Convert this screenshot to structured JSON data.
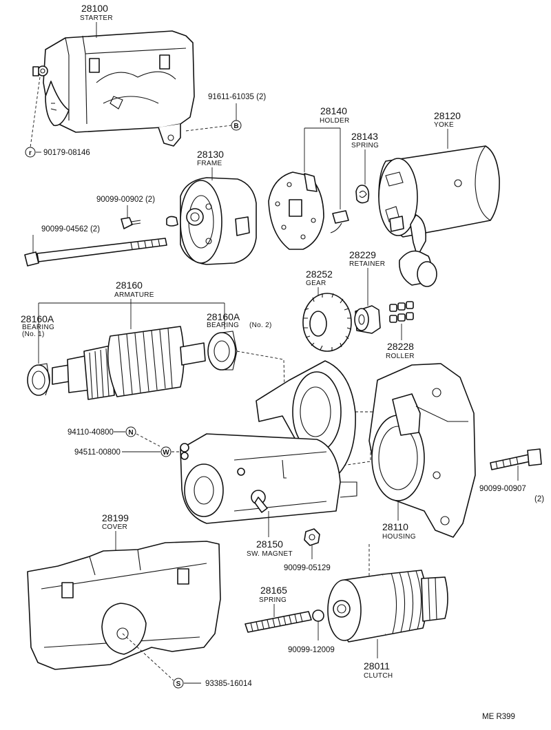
{
  "diagram_code": "ME R399",
  "callouts": {
    "starter": {
      "number": "28100",
      "name": "STARTER"
    },
    "bolt_b": {
      "number": "91611-61035 (2)",
      "letter": "B"
    },
    "nut_r": {
      "number": "90179-08146",
      "letter": "r"
    },
    "frame": {
      "number": "28130",
      "name": "FRAME"
    },
    "screw_frame": {
      "number": "90099-00902 (2)"
    },
    "bolt_long": {
      "number": "90099-04562 (2)"
    },
    "holder": {
      "number": "28140",
      "name": "HOLDER"
    },
    "spring_brush": {
      "number": "28143",
      "name": "SPRING"
    },
    "yoke": {
      "number": "28120",
      "name": "YOKE"
    },
    "gear": {
      "number": "28252",
      "name": "GEAR"
    },
    "retainer": {
      "number": "28229",
      "name": "RETAINER"
    },
    "roller": {
      "number": "28228",
      "name": "ROLLER"
    },
    "armature": {
      "number": "28160",
      "name": "ARMATURE"
    },
    "bearing1": {
      "number": "28160A",
      "name": "BEARING",
      "sub": "(No. 1)"
    },
    "bearing2": {
      "number": "28160A",
      "name": "BEARING",
      "sub": "(No. 2)"
    },
    "nut_n": {
      "number": "94110-40800",
      "letter": "N"
    },
    "washer_w": {
      "number": "94511-00800",
      "letter": "W"
    },
    "housing": {
      "number": "28110",
      "name": "HOUSING"
    },
    "bolt_housing": {
      "number": "90099-00907",
      "qty": "(2)"
    },
    "sw_magnet": {
      "number": "28150",
      "name": "SW. MAGNET"
    },
    "nut_magnet": {
      "number": "90099-05129"
    },
    "cover": {
      "number": "28199",
      "name": "COVER"
    },
    "spring_clutch": {
      "number": "28165",
      "name": "SPRING"
    },
    "ball": {
      "number": "90099-12009"
    },
    "clutch": {
      "number": "28011",
      "name": "CLUTCH"
    },
    "screw_s": {
      "number": "93385-16014",
      "letter": "S"
    }
  }
}
